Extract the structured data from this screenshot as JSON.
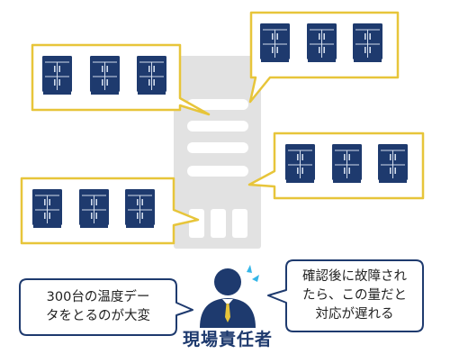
{
  "colors": {
    "fridge": "#1e3a6e",
    "fridge_line": "#d2dcec",
    "callout_border": "#e7c53a",
    "server": "#e2e2e2",
    "server_slot": "#ffffff",
    "person": "#1e3a6e",
    "tie": "#e7c53a",
    "sweat": "#35b6e8",
    "speech_border": "#1e3a6e"
  },
  "icons": {
    "fridge": "refrigerator-icon",
    "server": "server-icon",
    "person": "manager-person-icon"
  },
  "callouts": [
    {
      "id": "top-left",
      "fridge_count": 3
    },
    {
      "id": "top-right",
      "fridge_count": 3
    },
    {
      "id": "mid-right",
      "fridge_count": 3
    },
    {
      "id": "bottom-left",
      "fridge_count": 3
    }
  ],
  "person": {
    "label": "現場責任者"
  },
  "speech_left": {
    "text": "300台の温度デー\nタをとるのが大変"
  },
  "speech_right": {
    "text": "確認後に故障され\nたら、この量だと\n対応が遅れる"
  }
}
